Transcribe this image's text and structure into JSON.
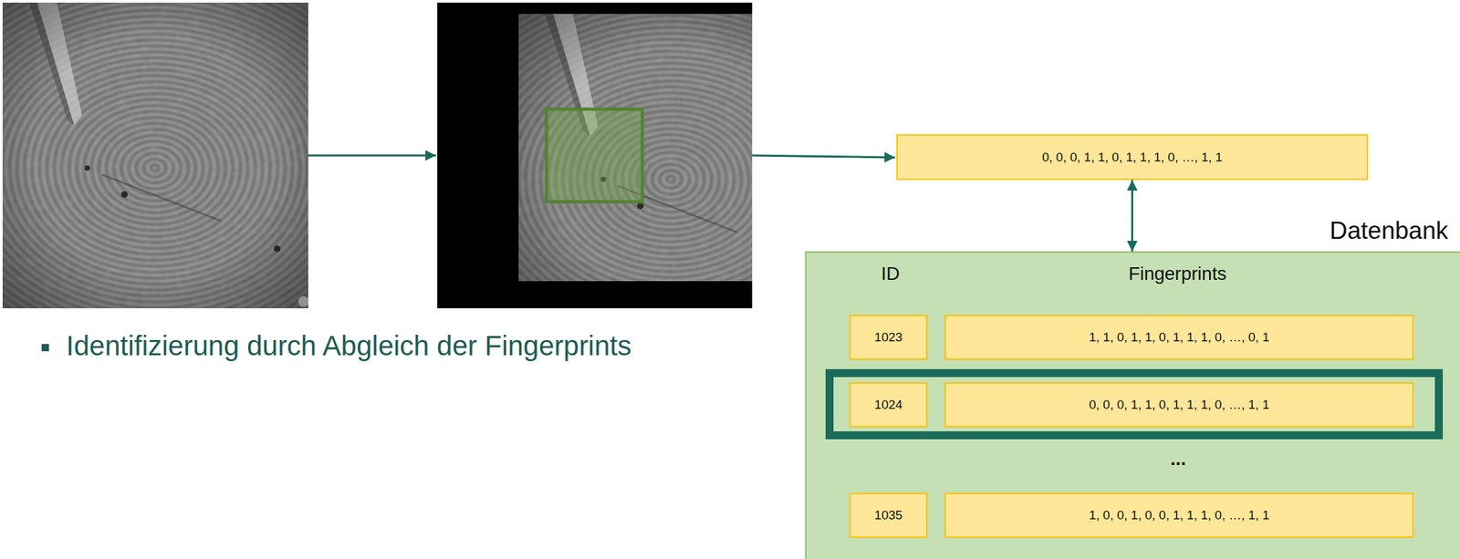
{
  "diagram": {
    "nodes": [
      {
        "text": [
          "0, 0, 0, 1, 1, 0, 1, 1, 1, 0, …, 1, 1"
        ]
      },
      {
        "text": [
          "Datenbank",
          "ID",
          "Fingerprints",
          "..."
        ]
      },
      {
        "text": [
          "1023"
        ],
        "in": 1
      },
      {
        "text": [
          "1, 1, 0, 1, 1, 0, 1, 1, 1, 0, …, 0, 1"
        ],
        "in": 1
      },
      {
        "text": [
          "1024"
        ],
        "in": 1
      },
      {
        "text": [
          "0, 0, 0, 1, 1, 0, 1, 1, 1, 0, …, 1, 1"
        ],
        "in": 1
      },
      {
        "text": [
          "1035"
        ],
        "in": 1
      },
      {
        "text": [
          "1, 0, 0, 1, 0, 0, 1, 1, 1, 0, …, 1, 1"
        ],
        "in": 1
      }
    ],
    "edges": [
      {
        "from": 0,
        "to": 1,
        "arrow": "both"
      }
    ],
    "labels": [
      "Identifizierung durch Abgleich der Fingerprints"
    ]
  }
}
